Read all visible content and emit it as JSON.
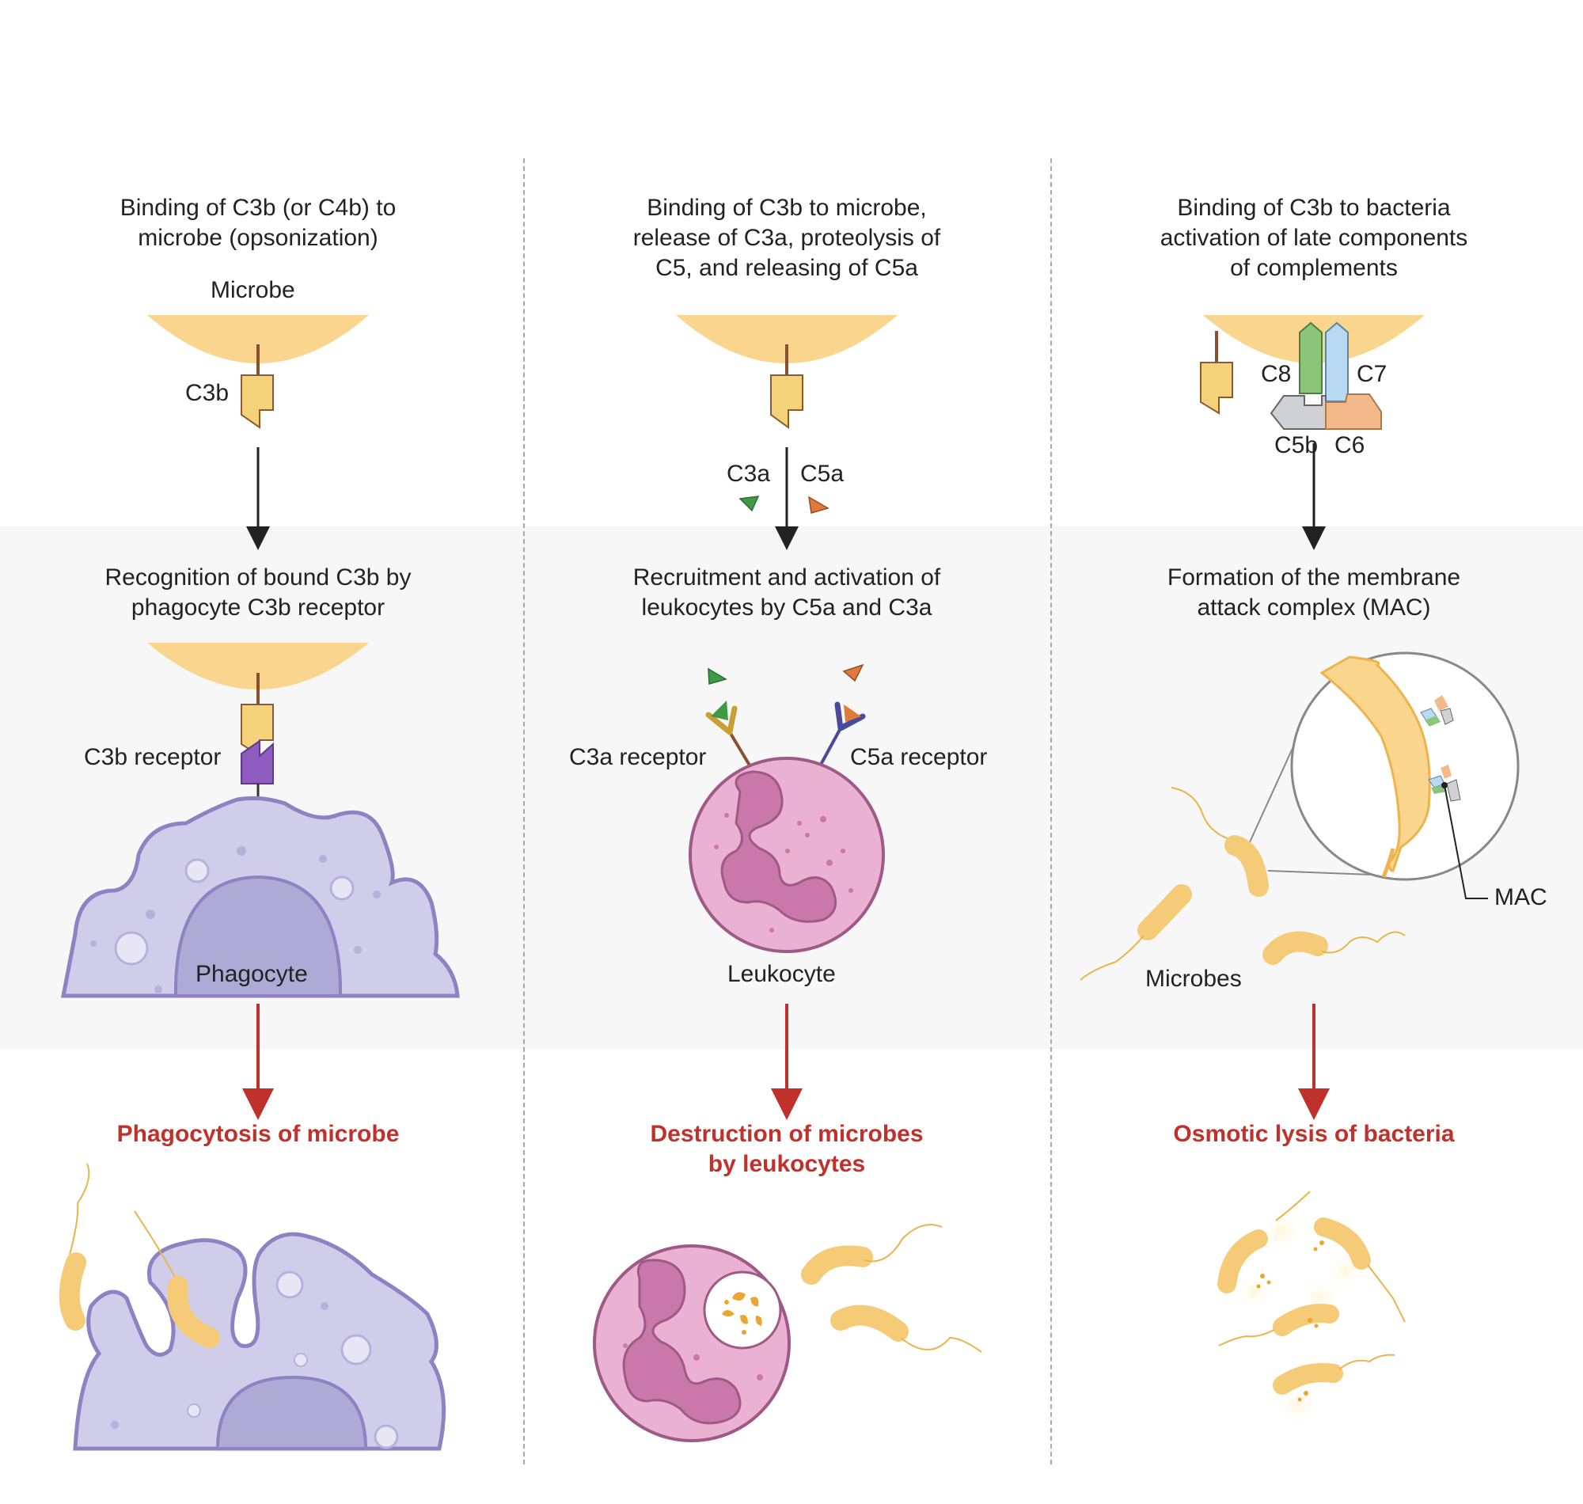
{
  "columns": [
    {
      "step1": "Binding of C3b (or C4b) to\nmicrobe (opsonization)",
      "microbe_label": "Microbe",
      "c3b_label": "C3b",
      "step2": "Recognition of bound C3b by\nphagocyte C3b receptor",
      "receptor_label": "C3b receptor",
      "cell_label": "Phagocyte",
      "result": "Phagocytosis of microbe"
    },
    {
      "step1": "Binding of C3b to microbe,\nrelease of C3a, proteolysis of\nC5, and releasing of C5a",
      "c3a_label": "C3a",
      "c5a_label": "C5a",
      "step2": "Recruitment and activation of\nleukocytes by C5a and C3a",
      "c3a_receptor_label": "C3a receptor",
      "c5a_receptor_label": "C5a receptor",
      "cell_label": "Leukocyte",
      "result": "Destruction of microbes\nby leukocytes"
    },
    {
      "step1": "Binding of C3b to bacteria\nactivation of late components\nof complements",
      "c8_label": "C8",
      "c7_label": "C7",
      "c5b_label": "C5b",
      "c6_label": "C6",
      "step2": "Formation of the membrane\nattack complex (MAC)",
      "mac_label": "MAC",
      "microbes_label": "Microbes",
      "result": "Osmotic lysis of bacteria"
    }
  ],
  "colors": {
    "microbe": "#f9d58e",
    "c3b": "#f3d27a",
    "c3b_receptor": "#8e5bbf",
    "phagocyte": "#cfcdea",
    "leukocyte": "#ebb1d2",
    "nucleus_leuko": "#c978a9",
    "c3a": "#3f9a46",
    "c5a": "#de7a3c",
    "c8": "#8cc57a",
    "c7": "#b9d8f1",
    "c5b": "#cfd1d4",
    "c6": "#f4b98b",
    "result_red": "#c0312b"
  }
}
